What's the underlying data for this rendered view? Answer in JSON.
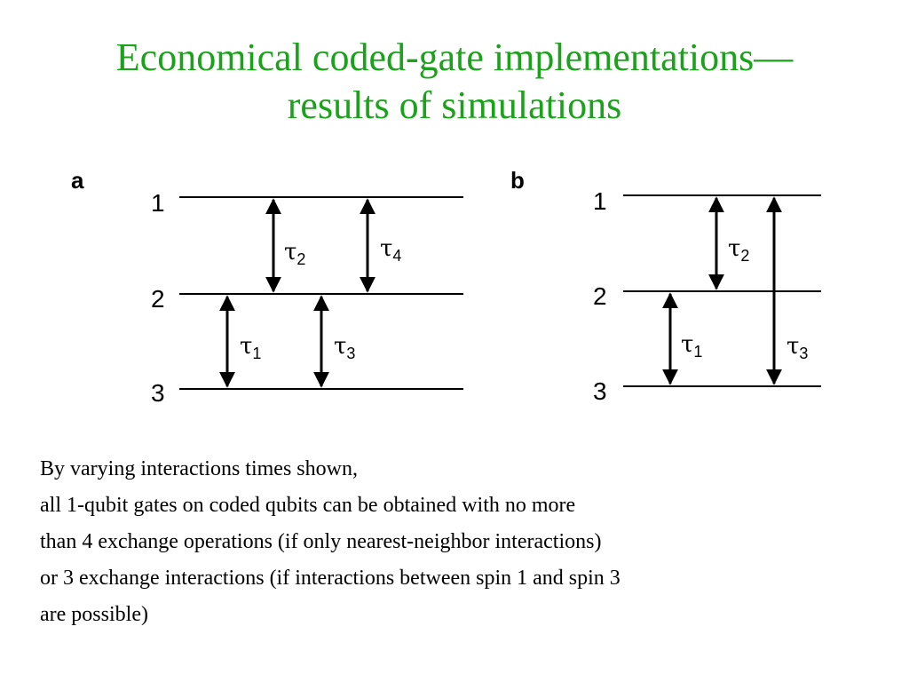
{
  "slide": {
    "title_lines": [
      "Economical coded-gate implementations—",
      "results of simulations"
    ],
    "colors": {
      "title": "#1aa31a",
      "text": "#000000",
      "background": "#ffffff"
    },
    "diagram": {
      "panel_a": {
        "label": "a",
        "levels": [
          "1",
          "2",
          "3"
        ],
        "arrows": [
          {
            "tau": "τ",
            "sub": "2"
          },
          {
            "tau": "τ",
            "sub": "4"
          },
          {
            "tau": "τ",
            "sub": "1"
          },
          {
            "tau": "τ",
            "sub": "3"
          }
        ]
      },
      "panel_b": {
        "label": "b",
        "levels": [
          "1",
          "2",
          "3"
        ],
        "arrows": [
          {
            "tau": "τ",
            "sub": "2"
          },
          {
            "tau": "τ",
            "sub": "1"
          },
          {
            "tau": "τ",
            "sub": "3"
          }
        ]
      }
    },
    "body_lines": [
      "By varying interactions times shown,",
      "all 1-qubit gates on coded qubits can be obtained with no more",
      "than 4 exchange operations (if only nearest-neighbor interactions)",
      "or 3 exchange interactions (if interactions between spin 1 and spin 3",
      "are possible)"
    ]
  }
}
